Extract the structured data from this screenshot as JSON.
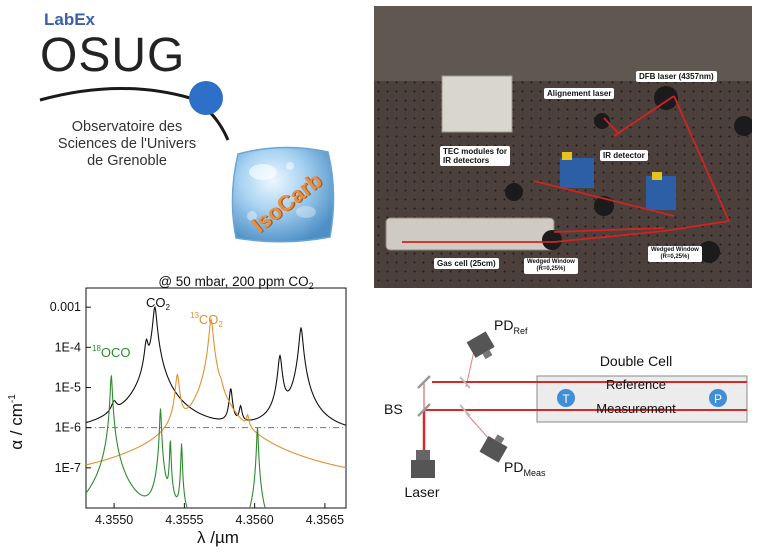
{
  "logo": {
    "labex": "LabEx",
    "osug": "OSUG",
    "line1": "Observatoire des",
    "line2": "Sciences de l'Univers",
    "line3": "de Grenoble",
    "circle_color": "#2e6fc7"
  },
  "isocarb": {
    "text": "IsoCarb",
    "text_color": "#e59045"
  },
  "photo": {
    "labels": {
      "dfb": "DFB laser (4357nm)",
      "alignment": "Alignement laser",
      "tec_line1": "TEC modules for",
      "tec_line2": "IR detectors",
      "ir_detector": "IR detector",
      "gas_cell": "Gas cell (25cm)",
      "window1_line1": "Wedged Window",
      "window1_line2": "(R=0,25%)",
      "window2_line1": "Wedged Window",
      "window2_line2": "(R=0,25%)"
    },
    "beam_color": "#d22323"
  },
  "chart_data": {
    "type": "line",
    "title": "@ 50 mbar, 200 ppm CO",
    "title_subscript": "2",
    "xlabel": "λ /µm",
    "ylabel": "α / cm",
    "ylabel_superscript": "-1",
    "yscale": "log",
    "xlim": [
      4.3548,
      4.35665
    ],
    "ylim": [
      1e-08,
      0.003
    ],
    "x_ticks": [
      "4.3550",
      "4.3555",
      "4.3560",
      "4.3565"
    ],
    "x_tick_values": [
      4.355,
      4.3555,
      4.356,
      4.3565
    ],
    "y_ticks": [
      "0.001",
      "1E-4",
      "1E-5",
      "1E-6",
      "1E-7"
    ],
    "y_tick_values": [
      0.001,
      0.0001,
      1e-05,
      1e-06,
      1e-07
    ],
    "threshold": 1e-06,
    "series": [
      {
        "name": "CO",
        "name_sub": "2",
        "color": "#111111",
        "baseline": 6e-07,
        "peaks": [
          {
            "x": 4.355,
            "h": 2e-06,
            "w": 2e-05
          },
          {
            "x": 4.35523,
            "h": 0.00012,
            "w": 1.2e-05
          },
          {
            "x": 4.35529,
            "h": 0.001,
            "w": 1.2e-05
          },
          {
            "x": 4.35583,
            "h": 8e-06,
            "w": 1e-05
          },
          {
            "x": 4.3559,
            "h": 2e-06,
            "w": 1e-05
          },
          {
            "x": 4.35618,
            "h": 6e-05,
            "w": 1.2e-05
          },
          {
            "x": 4.35633,
            "h": 0.0003,
            "w": 1.2e-05
          }
        ]
      },
      {
        "name": "CO",
        "name_pre": "13",
        "name_sub": "2",
        "color": "#e3912f",
        "baseline": 2e-08,
        "peaks": [
          {
            "x": 4.35545,
            "h": 2e-05,
            "w": 1.2e-05
          },
          {
            "x": 4.35569,
            "h": 0.0005,
            "w": 1.2e-05
          },
          {
            "x": 4.35576,
            "h": 3e-06,
            "w": 1e-05
          },
          {
            "x": 4.35595,
            "h": 1e-06,
            "w": 1e-05
          }
        ]
      },
      {
        "name": "OCO",
        "name_pre": "18",
        "color": "#2e8b2e",
        "baseline": 1e-09,
        "peaks": [
          {
            "x": 4.35498,
            "h": 2e-05,
            "w": 6e-06
          },
          {
            "x": 4.35533,
            "h": 3e-06,
            "w": 5e-06
          },
          {
            "x": 4.3554,
            "h": 5e-07,
            "w": 4e-06
          },
          {
            "x": 4.35548,
            "h": 4e-07,
            "w": 4e-06
          },
          {
            "x": 4.35602,
            "h": 1e-06,
            "w": 5e-06
          }
        ]
      }
    ]
  },
  "schematic": {
    "pd_ref": "PD",
    "pd_ref_sub": "Ref",
    "pd_meas": "PD",
    "pd_meas_sub": "Meas",
    "double_cell": "Double Cell",
    "reference": "Reference",
    "measurement": "Measurement",
    "bs": "BS",
    "laser": "Laser",
    "t_marker": "T",
    "p_marker": "P",
    "beam_color": "#d42a2a",
    "marker_color": "#3f8ed8"
  }
}
